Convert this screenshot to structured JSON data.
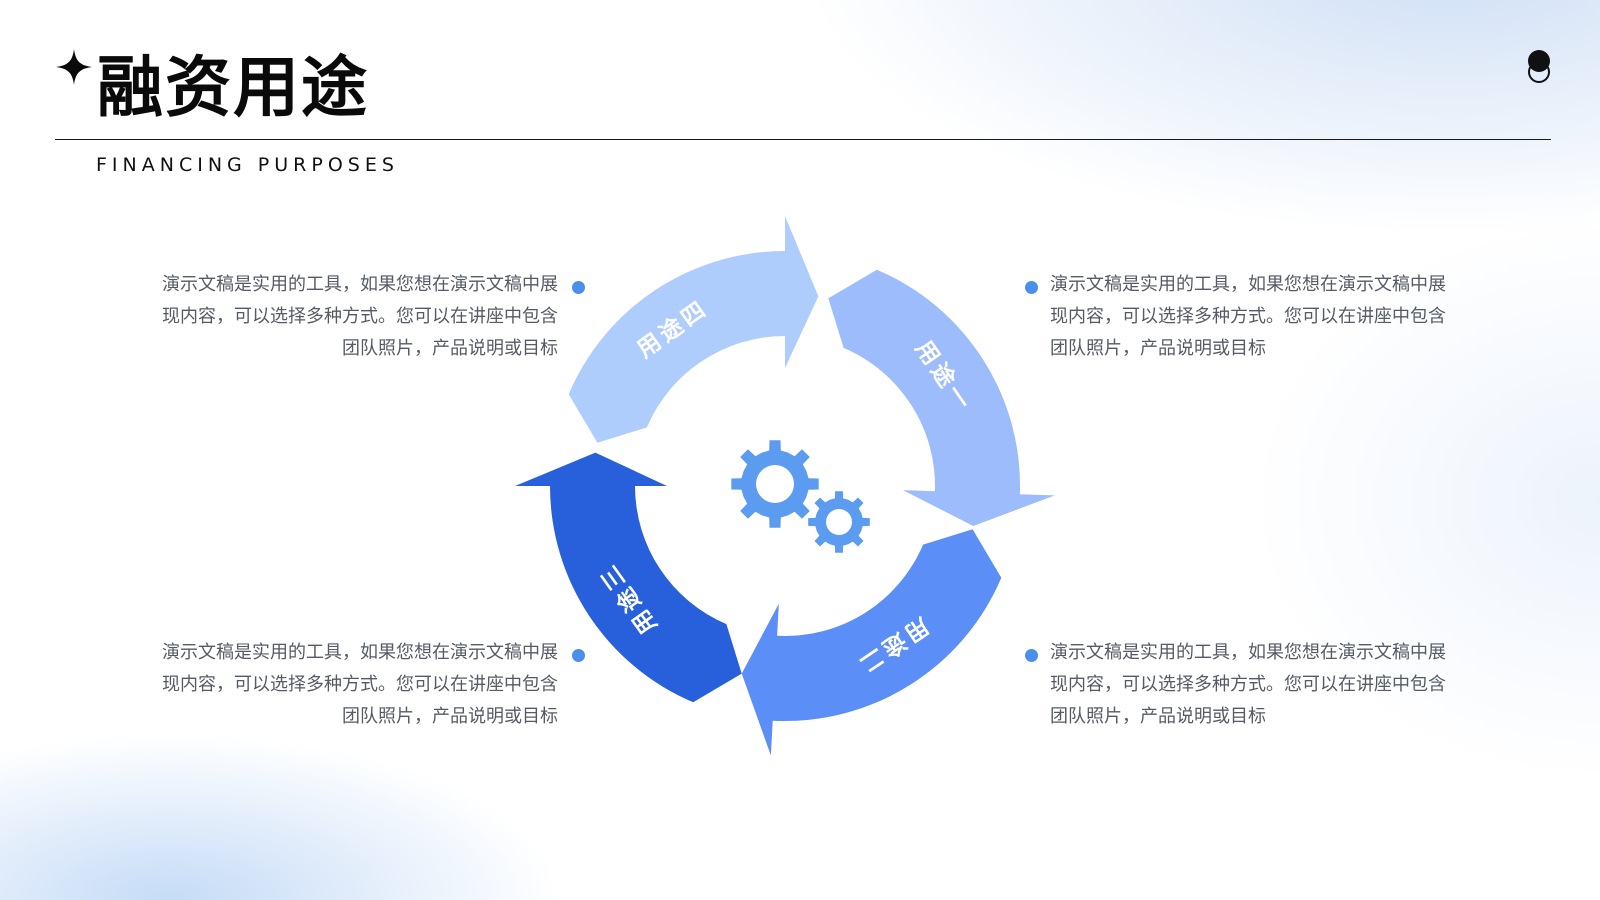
{
  "header": {
    "title": "融资用途",
    "subtitle": "FINANCING PURPOSES",
    "title_icon": "four-point-star-icon",
    "corner_icon": "stacked-circles-icon"
  },
  "diagram": {
    "type": "cycle",
    "center_icon": "gears-icon",
    "segments": [
      {
        "label": "用途一",
        "color": "#9dbcfb"
      },
      {
        "label": "用途二",
        "color": "#5b8ef6"
      },
      {
        "label": "用途三",
        "color": "#2860dc"
      },
      {
        "label": "用途四",
        "color": "#aecdfc"
      }
    ],
    "gear_color": "#5b9cf0"
  },
  "descriptions": [
    {
      "position": "top-left",
      "text": "演示文稿是实用的工具，如果您想在演示文稿中展现内容，可以选择多种方式。您可以在讲座中包含团队照片，产品说明或目标"
    },
    {
      "position": "top-right",
      "text": "演示文稿是实用的工具，如果您想在演示文稿中展现内容，可以选择多种方式。您可以在讲座中包含团队照片，产品说明或目标"
    },
    {
      "position": "bottom-left",
      "text": "演示文稿是实用的工具，如果您想在演示文稿中展现内容，可以选择多种方式。您可以在讲座中包含团队照片，产品说明或目标"
    },
    {
      "position": "bottom-right",
      "text": "演示文稿是实用的工具，如果您想在演示文稿中展现内容，可以选择多种方式。您可以在讲座中包含团队照片，产品说明或目标"
    }
  ],
  "colors": {
    "accent": "#4a90e8",
    "text": "#555b66",
    "title": "#0a0a0a"
  }
}
